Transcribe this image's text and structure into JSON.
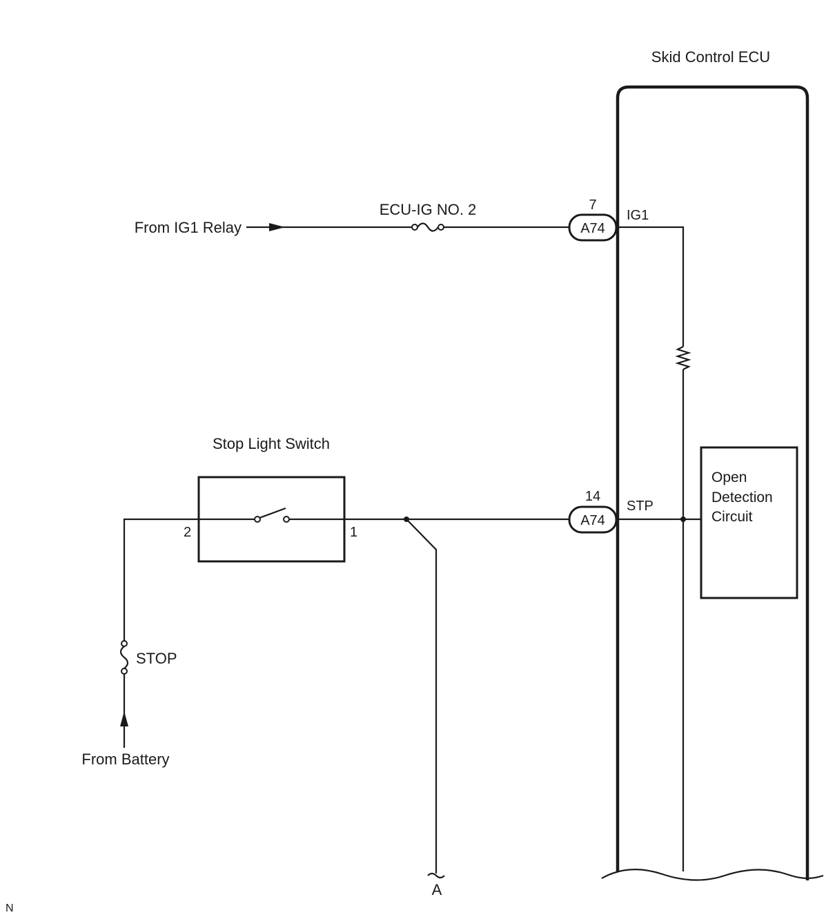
{
  "labels": {
    "ecu_title": "Skid Control ECU",
    "from_ig1_relay": "From IG1 Relay",
    "fuse_ecu_ig": "ECU-IG NO. 2",
    "pin_7": "7",
    "pin_14": "14",
    "connector_a74_top": "A74",
    "connector_a74_bottom": "A74",
    "ig1": "IG1",
    "stp": "STP",
    "stop_light_switch": "Stop Light Switch",
    "pin_2": "2",
    "pin_1": "1",
    "open_detection_line1": "Open",
    "open_detection_line2": "Detection",
    "open_detection_line3": "Circuit",
    "fuse_stop": "STOP",
    "from_battery": "From Battery",
    "terminal_a": "A",
    "corner_mark": "N"
  },
  "colors": {
    "line": "#1a1a1a",
    "background": "#ffffff"
  }
}
